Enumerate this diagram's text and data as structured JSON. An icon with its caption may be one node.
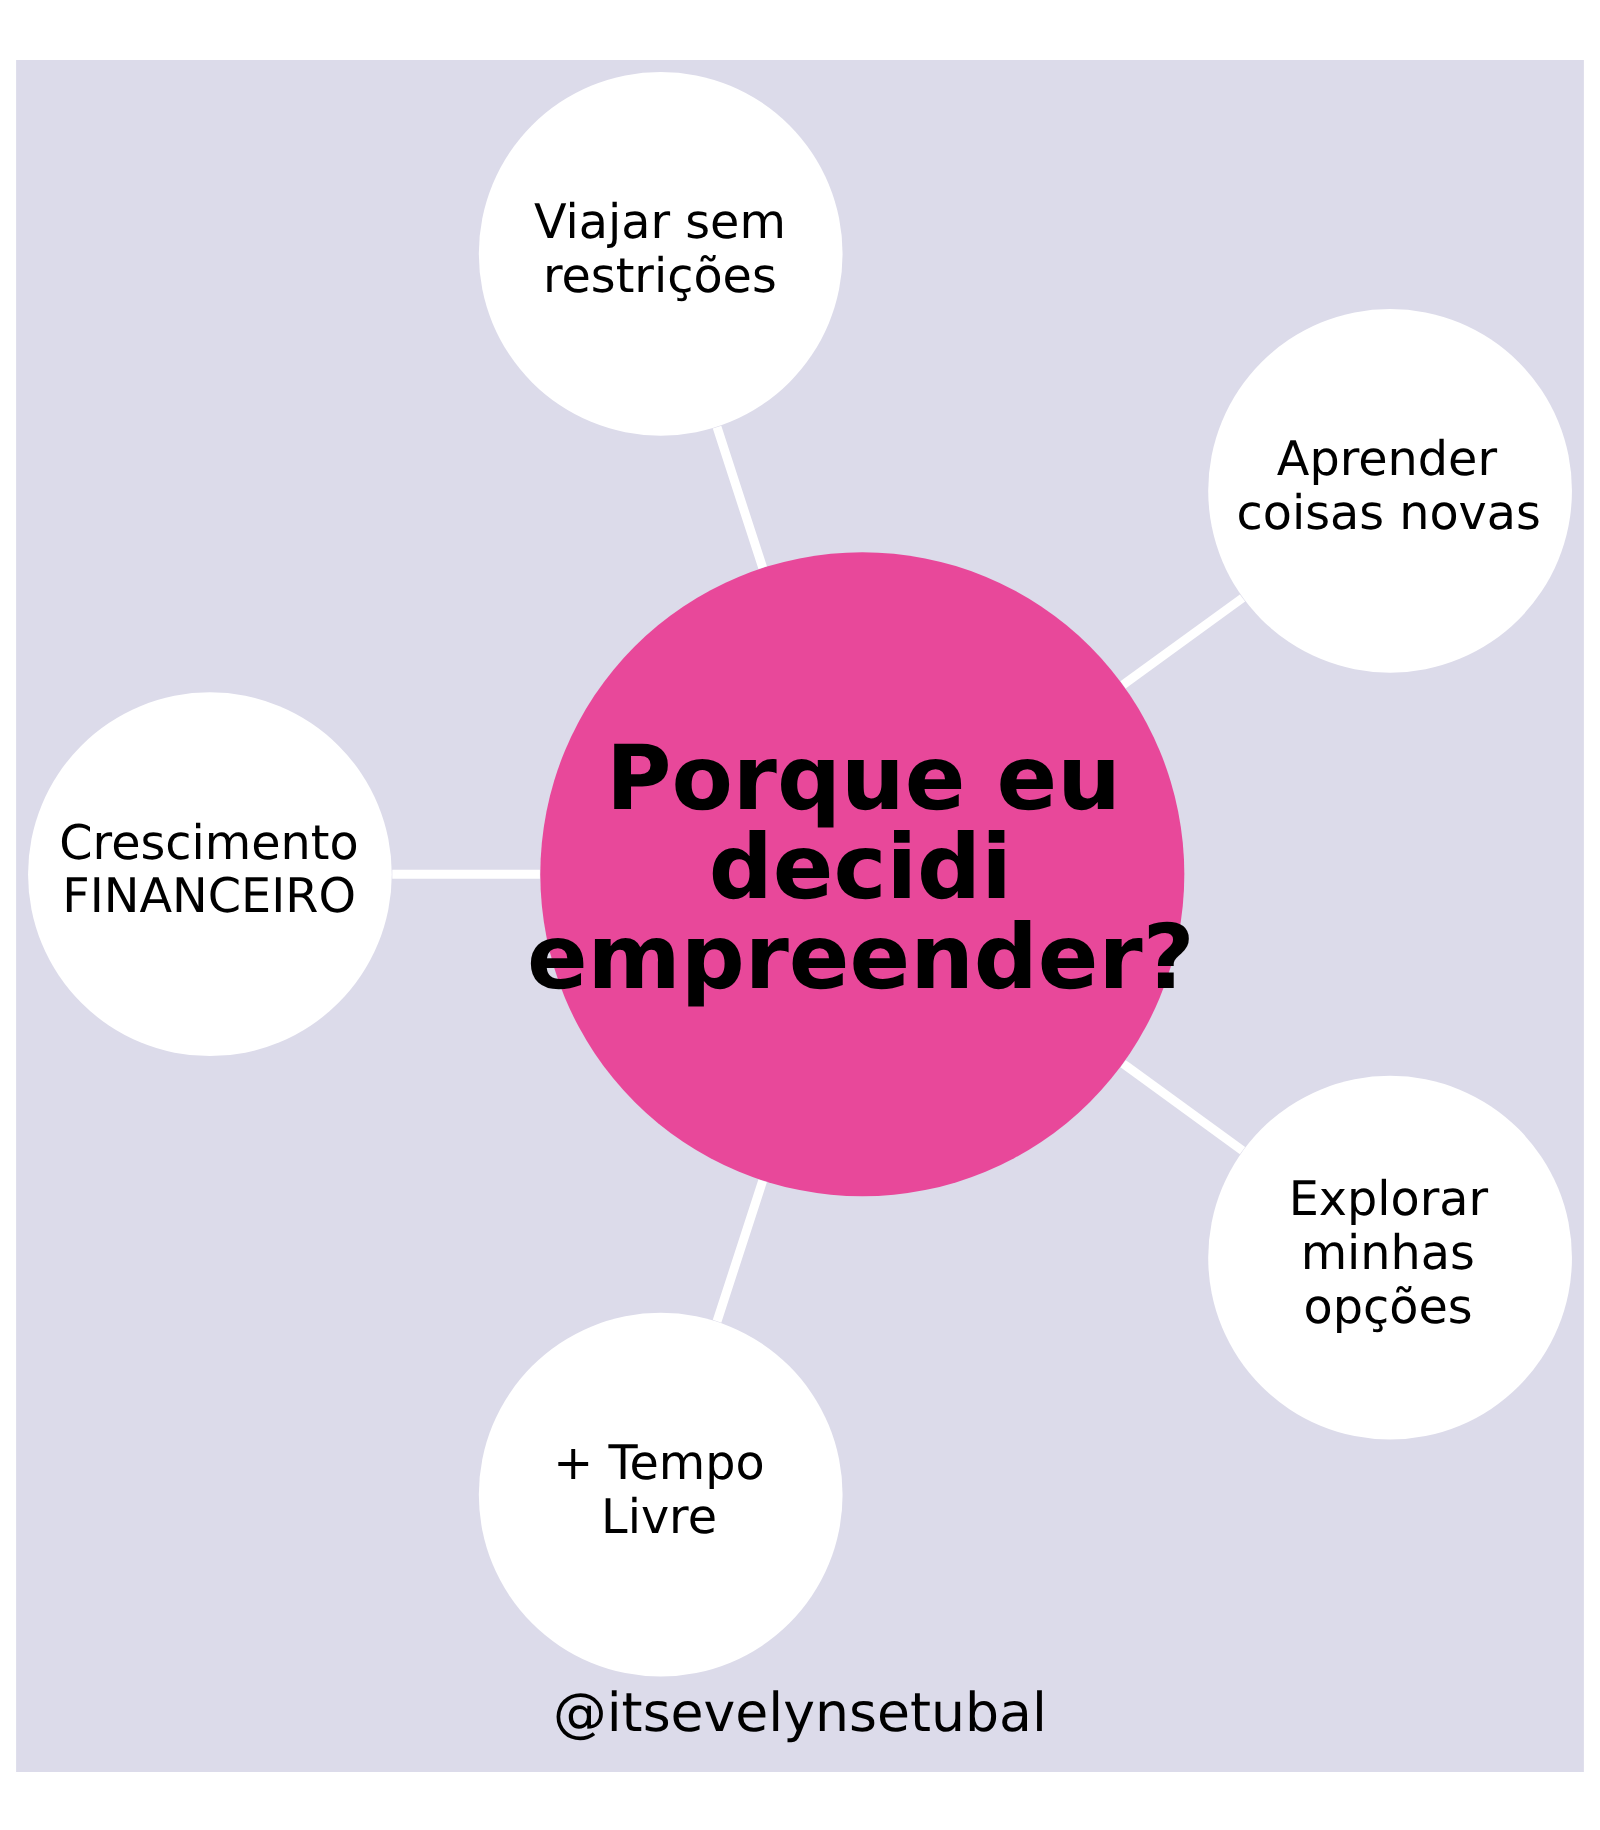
{
  "diagram": {
    "caption": "@itsevelynsetubal",
    "nodes": [
      {
        "text": [
          "Porque eu decidi empreender?"
        ]
      },
      {
        "text": [
          "Aprender coisas novas"
        ]
      },
      {
        "text": [
          "Viajar sem restrições"
        ]
      },
      {
        "text": [
          "Crescimento FINANCEIRO"
        ]
      },
      {
        "text": [
          "+ Tempo Livre"
        ]
      },
      {
        "text": [
          "Explorar minhas opções"
        ]
      }
    ],
    "edges": [
      {
        "from": 0,
        "to": 1,
        "arrow": "none",
        "color": "#ffffff"
      },
      {
        "from": 0,
        "to": 2,
        "arrow": "none",
        "color": "#ffffff"
      },
      {
        "from": 0,
        "to": 3,
        "arrow": "none",
        "color": "#ffffff"
      },
      {
        "from": 0,
        "to": 4,
        "arrow": "none",
        "color": "#ffffff"
      },
      {
        "from": 0,
        "to": 5,
        "arrow": "none",
        "color": "#ffffff"
      }
    ]
  }
}
